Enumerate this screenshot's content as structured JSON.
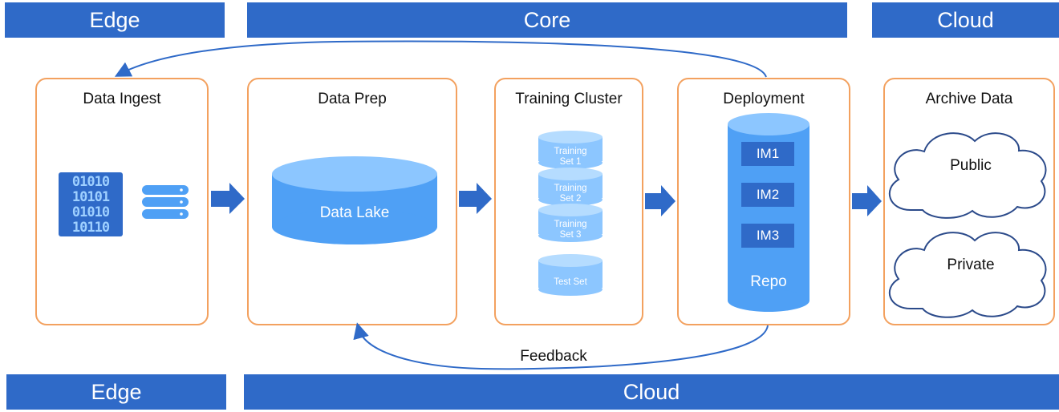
{
  "bands": {
    "top": {
      "edge": "Edge",
      "core": "Core",
      "cloud": "Cloud"
    },
    "bottom": {
      "edge": "Edge",
      "cloud": "Cloud"
    }
  },
  "stages": {
    "ingest": {
      "title": "Data Ingest",
      "binary": [
        "01010",
        "10101",
        "01010",
        "10110"
      ]
    },
    "prep": {
      "title": "Data Prep",
      "lake": "Data Lake"
    },
    "training": {
      "title": "Training Cluster",
      "sets": [
        "Training\nSet 1",
        "Training\nSet 2",
        "Training\nSet 3"
      ],
      "test": "Test Set"
    },
    "deployment": {
      "title": "Deployment",
      "models": [
        "IM1",
        "IM2",
        "IM3"
      ],
      "repo": "Repo"
    },
    "archive": {
      "title": "Archive Data",
      "public": "Public",
      "private": "Private"
    }
  },
  "feedback": "Feedback",
  "colors": {
    "band": "#2f6ac8",
    "stage_border": "#f3a15f",
    "cylinder": "#4fa0f5",
    "cylinder_light": "#8cc6ff",
    "arrow": "#2f6ac8"
  }
}
